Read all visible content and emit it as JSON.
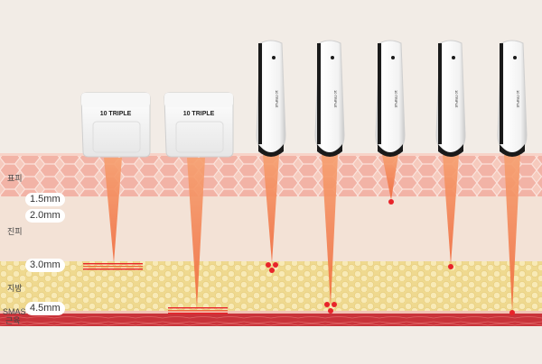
{
  "layers": {
    "epidermis": "표피",
    "dermis": "진피",
    "fat": "지방",
    "smas": "SMAS",
    "muscle": "근육"
  },
  "depth_markers": [
    "1.5mm",
    "2.0mm",
    "3.0mm",
    "4.5mm"
  ],
  "devices": {
    "brand_text": "10 TRIPLE",
    "cartridge_count": 2,
    "pen_count": 5
  },
  "colors": {
    "background": "#f2ece6",
    "epidermis": "#f5c4b8",
    "dermis": "#f3e2d6",
    "fat": "#f3e3a4",
    "muscle": "#c8333a",
    "beam": "#f47a4a",
    "focal_point": "#e8242a"
  }
}
